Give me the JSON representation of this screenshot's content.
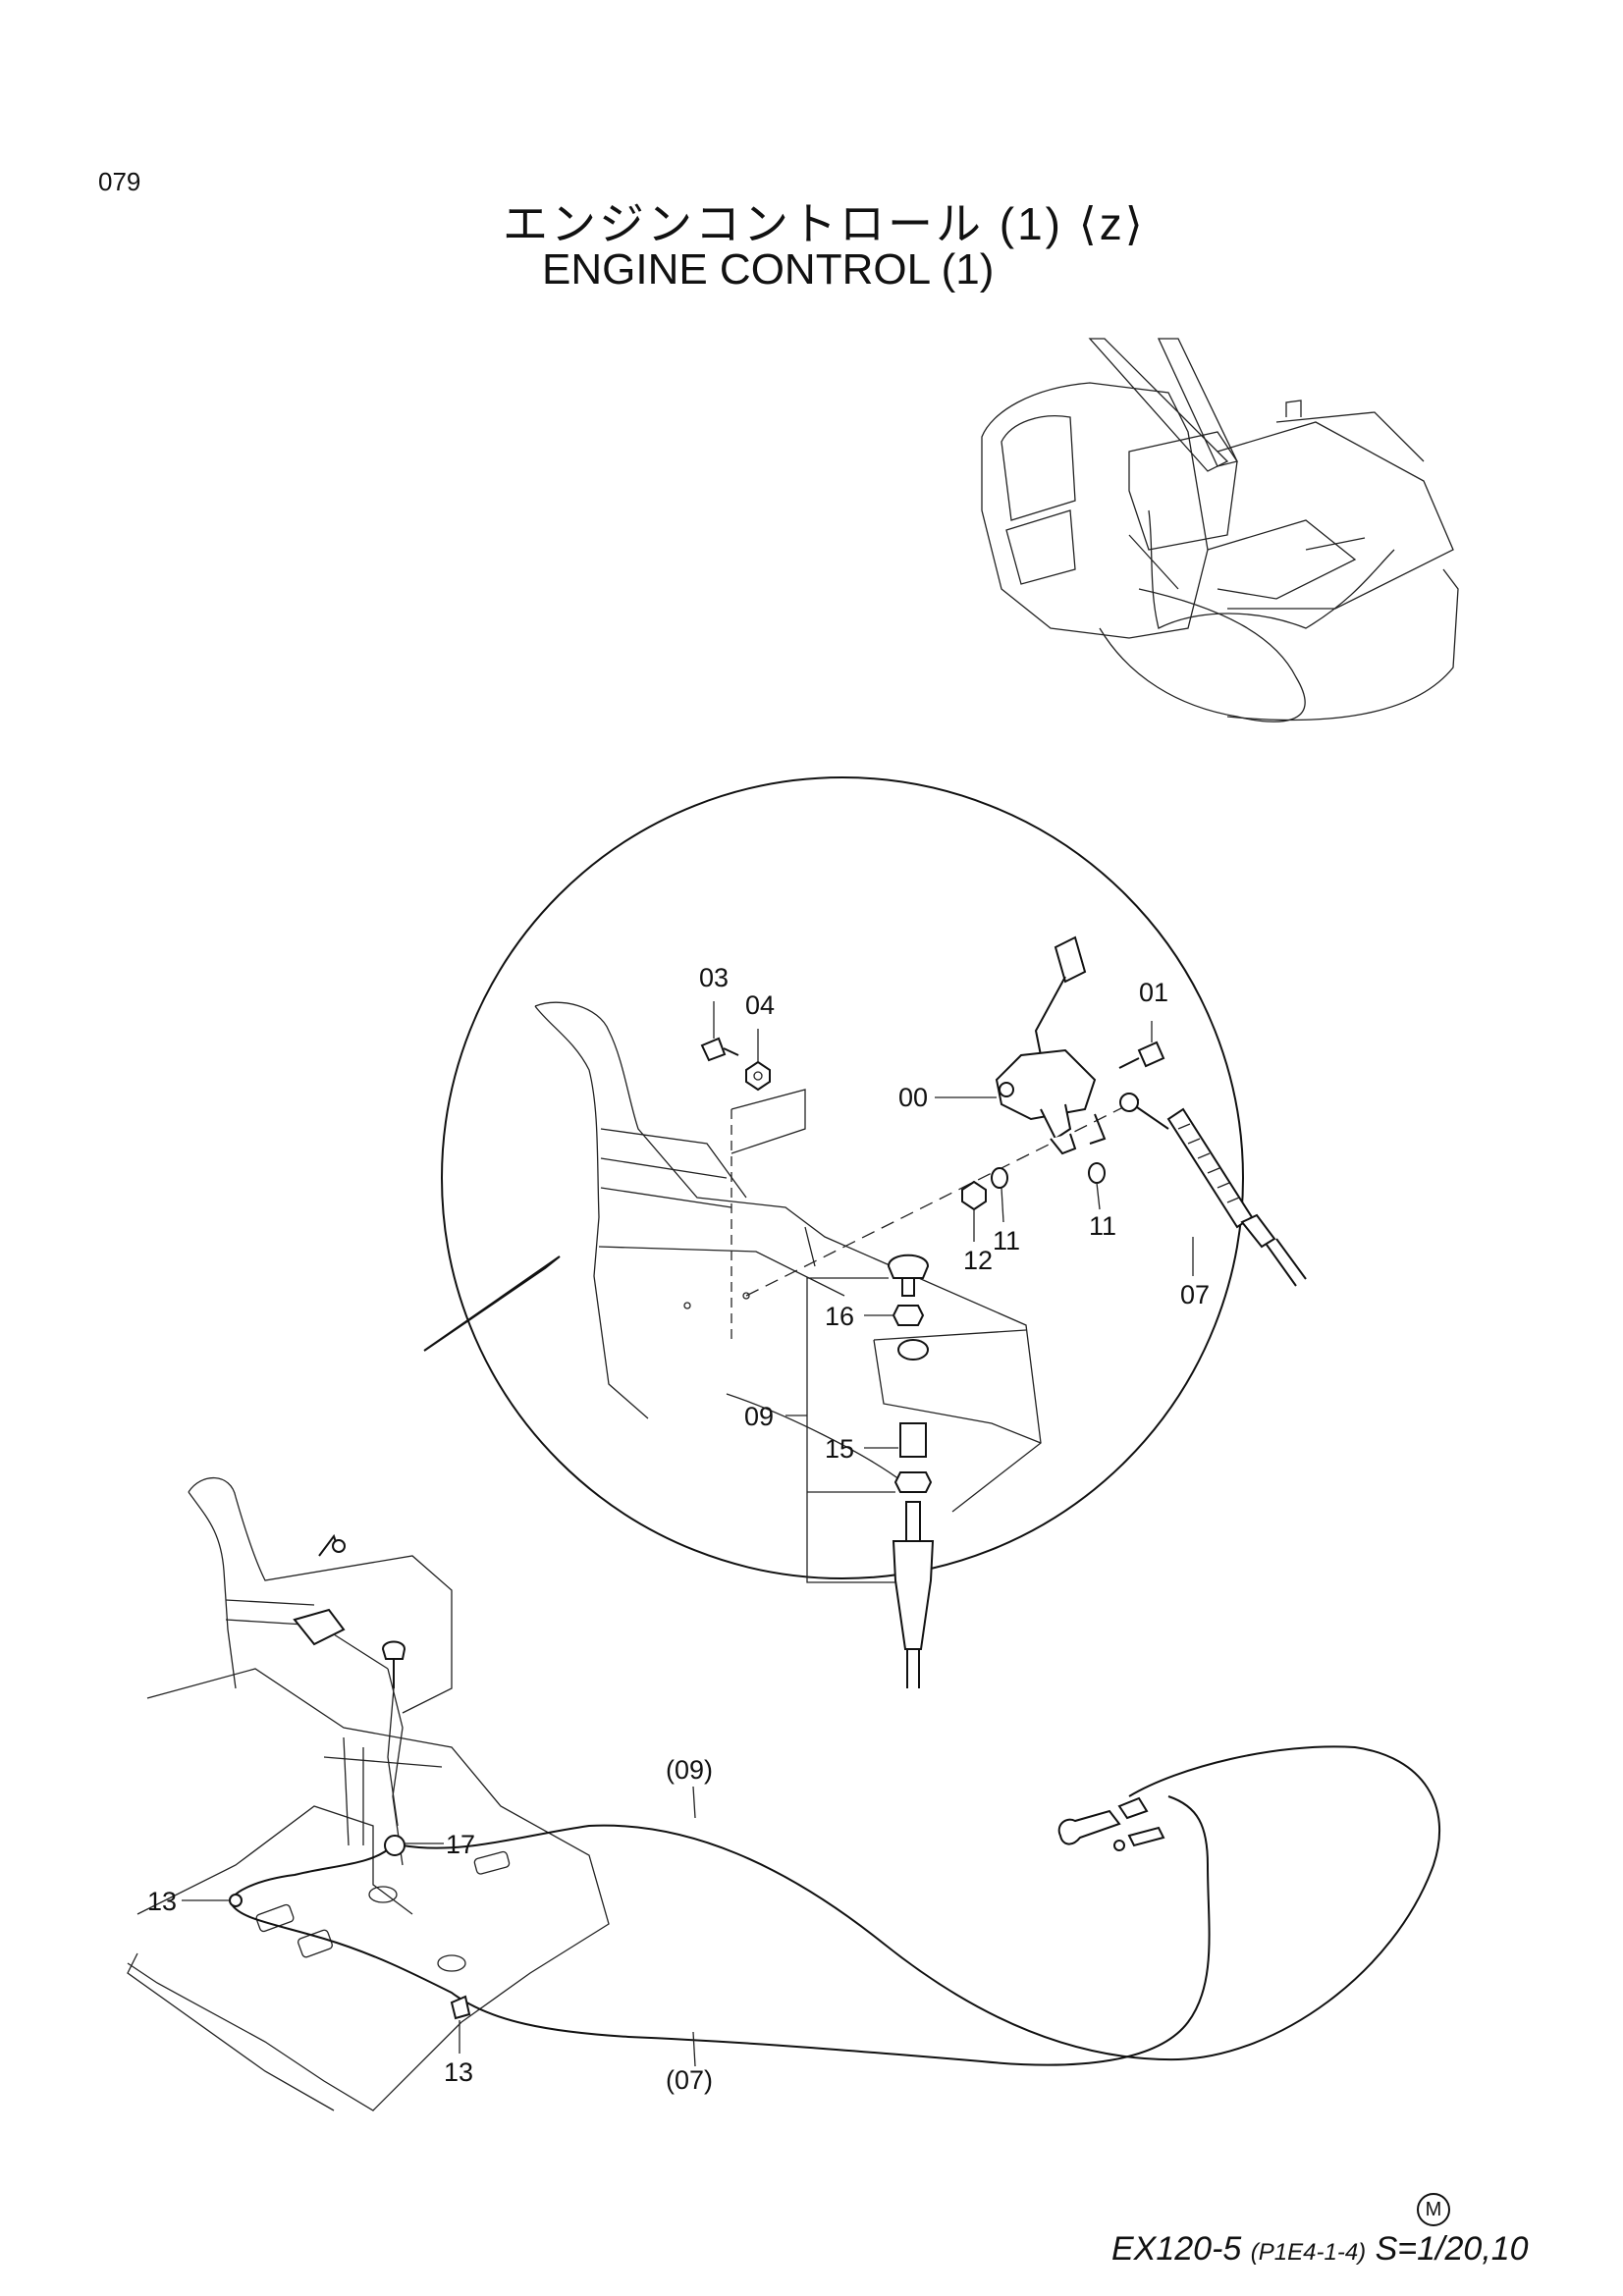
{
  "page_number": "079",
  "title_jp": "エンジンコントロール (1) ⟨z⟩",
  "title_en": "ENGINE  CONTROL (1)",
  "footer": {
    "model": "EX120-5",
    "code": "(P1E4-1-4)",
    "scale": "S=1/20,10",
    "mark": "M"
  },
  "callouts": {
    "c00": "00",
    "c01": "01",
    "c03": "03",
    "c04": "04",
    "c07": "07",
    "c09": "09",
    "c11a": "11",
    "c11b": "11",
    "c12": "12",
    "c15": "15",
    "c16": "16",
    "c13a": "13",
    "c13b": "13",
    "c17": "17",
    "cable09": "(09)",
    "cable07": "(07)"
  },
  "icons": {
    "excavator": "excavator-overview-icon",
    "lever": "engine-control-lever-icon",
    "cable": "control-cable-icon"
  }
}
